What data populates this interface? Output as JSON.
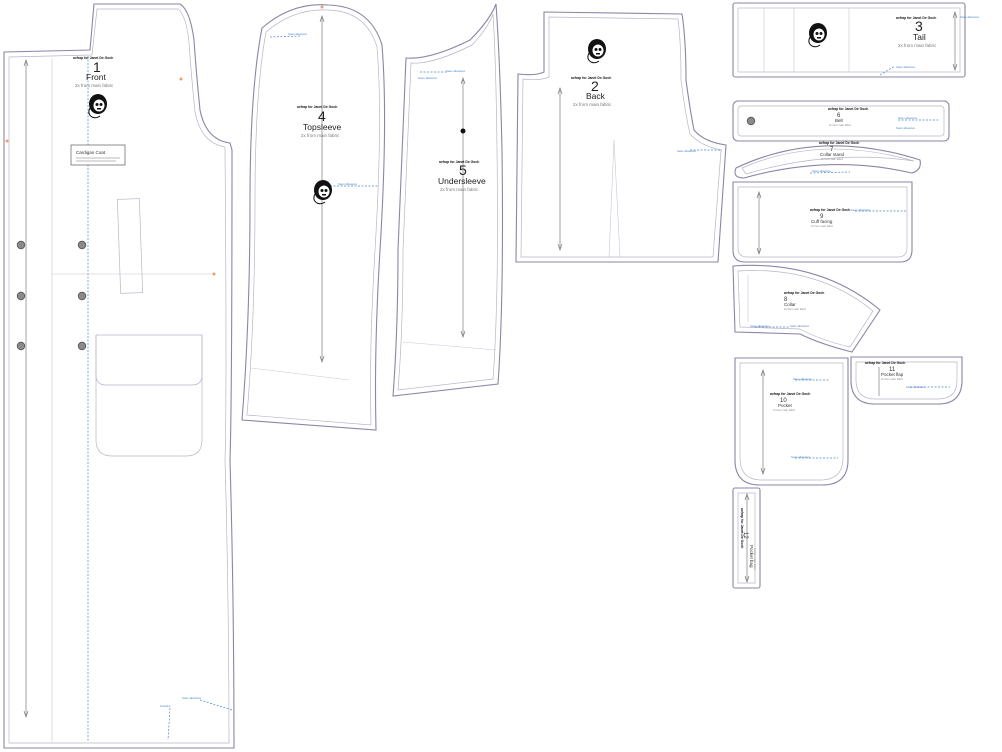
{
  "credit": "avfrap for Janet De Goch",
  "parts": {
    "front": {
      "number": "1",
      "name": "Front",
      "cut": "2x from main fabric"
    },
    "back": {
      "number": "2",
      "name": "Back",
      "cut": "2x from main fabric"
    },
    "tail": {
      "number": "3",
      "name": "Tail",
      "cut": "2x from main fabric"
    },
    "topsleeve": {
      "number": "4",
      "name": "Topsleeve",
      "cut": "2x from main fabric"
    },
    "undersleeve": {
      "number": "5",
      "name": "Undersleeve",
      "cut": "2x from main fabric"
    },
    "belt": {
      "number": "6",
      "name": "Belt",
      "cut": "2x from main fabric"
    },
    "collar_stand": {
      "number": "7",
      "name": "Collar stand",
      "cut": "2x from main fabric"
    },
    "collar": {
      "number": "8",
      "name": "Collar",
      "cut": "2x from main fabric"
    },
    "cuff_facing": {
      "number": "9",
      "name": "Cuff facing",
      "cut": "2x from main fabric"
    },
    "pocket": {
      "number": "10",
      "name": "Pocket",
      "cut": "2x from main fabric"
    },
    "pocket_flap": {
      "number": "11",
      "name": "Pocket flap",
      "cut": "2x from main fabric"
    },
    "piece_12": {
      "number": "12",
      "name": "Pocket bag",
      "cut": "2x from main fabric"
    }
  },
  "icons": {
    "logo": "skull-head-logo",
    "button": "button-icon",
    "notch": "notch-mark-icon"
  },
  "colors": {
    "cut_line": "#8b86a8",
    "annotation": "#4a86c8",
    "notch": "#e8a070"
  }
}
